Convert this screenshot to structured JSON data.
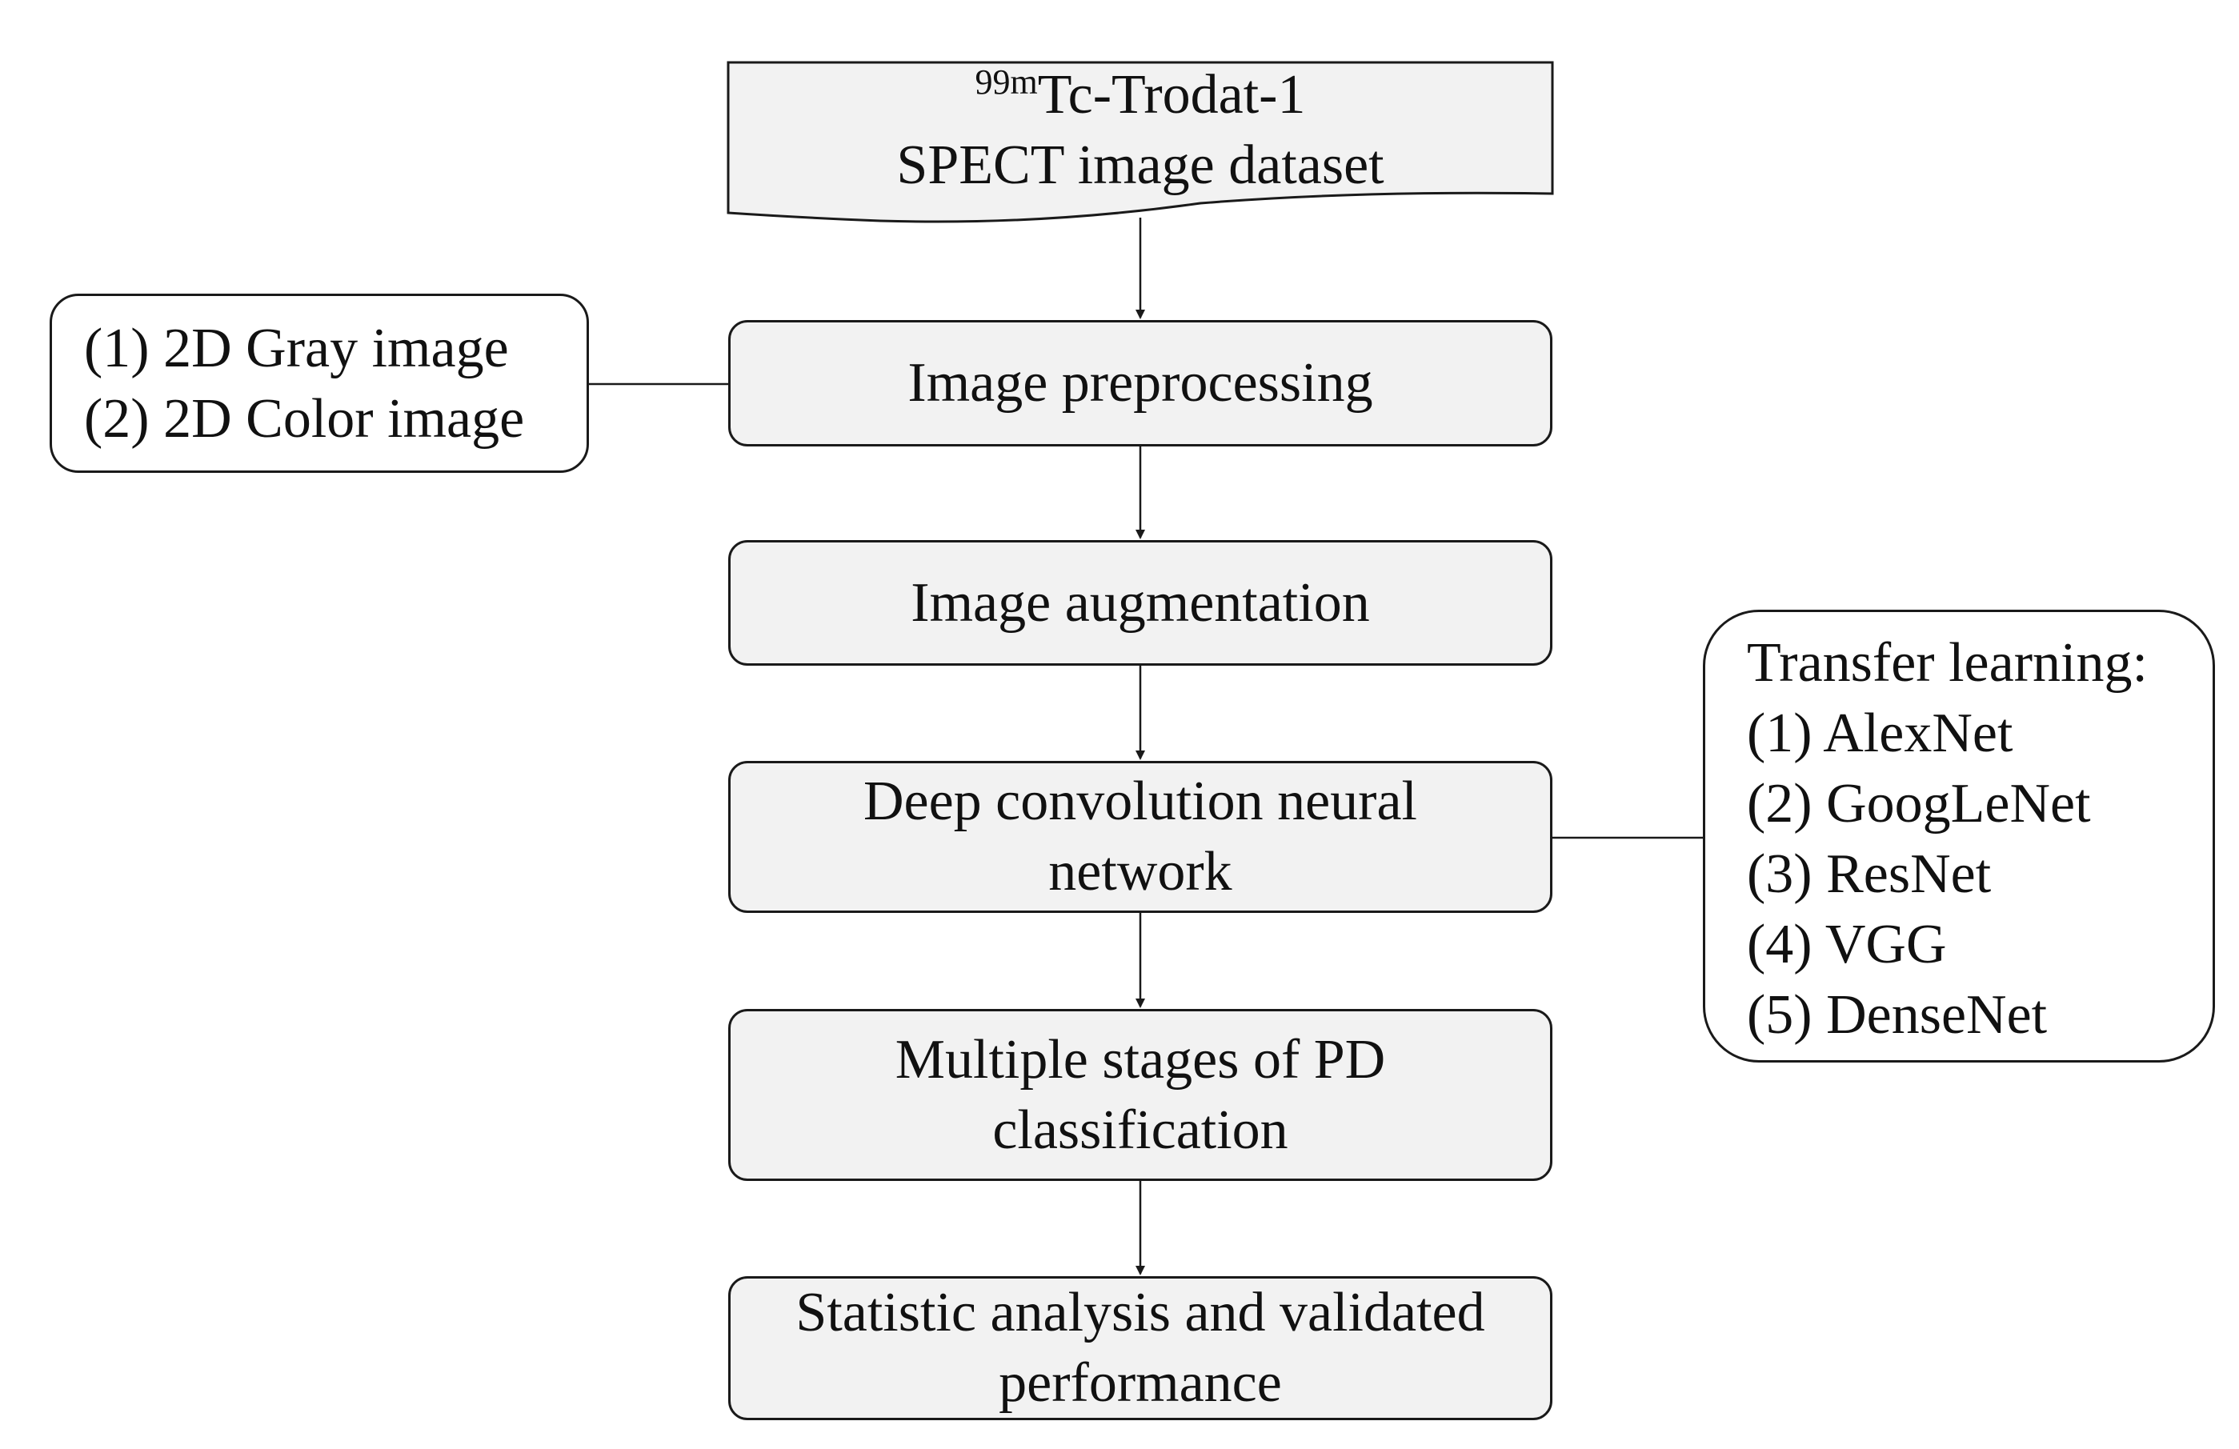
{
  "dataset": {
    "superscript": "99m",
    "line1": "Tc-Trodat-1",
    "line2": "SPECT image dataset"
  },
  "steps": {
    "preprocessing": "Image preprocessing",
    "augmentation": "Image augmentation",
    "dcnn_line1": "Deep convolution neural",
    "dcnn_line2": "network",
    "classification_line1": "Multiple stages of PD",
    "classification_line2": "classification",
    "statistics_line1": "Statistic analysis and validated",
    "statistics_line2": "performance"
  },
  "preprocessing_options": [
    "(1) 2D Gray image",
    "(2) 2D Color image"
  ],
  "transfer_learning": {
    "heading": "Transfer learning:",
    "models": [
      "(1) AlexNet",
      "(2) GoogLeNet",
      "(3) ResNet",
      "(4) VGG",
      "(5) DenseNet"
    ]
  }
}
